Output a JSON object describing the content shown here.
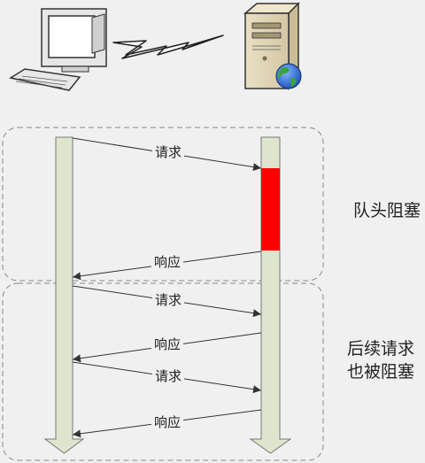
{
  "labels": {
    "request": "请求",
    "response": "响应",
    "head_of_line_blocking": "队头阻塞",
    "subsequent_line1": "后续请求",
    "subsequent_line2": "也被阻塞"
  },
  "colors": {
    "background": "#f0f0f0",
    "lifeline": "#dfe5cc",
    "blocked": "#ff0000",
    "dashed_group": "#888888"
  },
  "icons": [
    "client-computer-icon",
    "lightning-link-icon",
    "server-globe-icon"
  ]
}
